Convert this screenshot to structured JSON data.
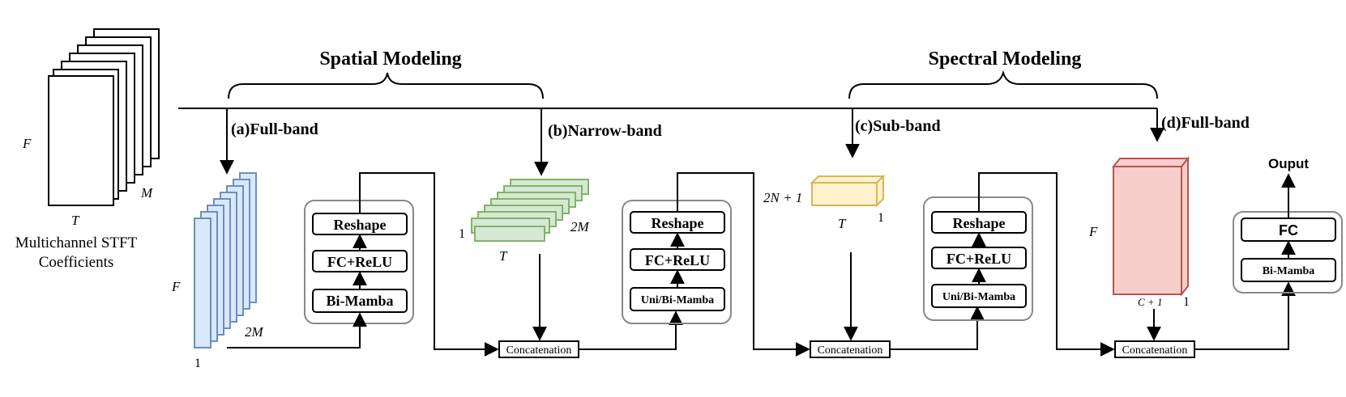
{
  "titles": {
    "spatial": "Spatial Modeling",
    "spectral": "Spectral Modeling"
  },
  "input": {
    "caption_line1": "Multichannel STFT",
    "caption_line2": "Coefficients",
    "dim_f": "F",
    "dim_t": "T",
    "dim_m": "M"
  },
  "branches": {
    "a": "(a)Full-band",
    "b": "(b)Narrow-band",
    "c": "(c)Sub-band",
    "d": "(d)Full-band"
  },
  "tensor_a": {
    "f": "F",
    "two_m": "2M",
    "one": "1"
  },
  "tensor_b": {
    "one": "1",
    "t": "T",
    "two_m": "2M"
  },
  "tensor_c": {
    "two_n1": "2N + 1",
    "t": "T",
    "one": "1"
  },
  "tensor_d": {
    "f": "F",
    "c1": "C + 1",
    "one": "1"
  },
  "block1": {
    "top": "Reshape",
    "mid": "FC+ReLU",
    "bot": "Bi-Mamba"
  },
  "block2": {
    "top": "Reshape",
    "mid": "FC+ReLU",
    "bot": "Uni/Bi-Mamba"
  },
  "block3": {
    "top": "Reshape",
    "mid": "FC+ReLU",
    "bot": "Uni/Bi-Mamba"
  },
  "block4": {
    "top": "FC",
    "bot": "Bi-Mamba"
  },
  "concat": {
    "c1": "Concatenation",
    "c2": "Concatenation",
    "c3": "Concatenation"
  },
  "output": "Ouput",
  "colors": {
    "blue_fill": "#dae8fc",
    "blue_stroke": "#6c8ebf",
    "green_fill": "#d5e8d4",
    "green_stroke": "#82b366",
    "yellow_fill": "#fff2cc",
    "yellow_stroke": "#d6b656",
    "red_fill": "#f8cecc",
    "red_stroke": "#b85450",
    "group_stroke": "#888888"
  }
}
